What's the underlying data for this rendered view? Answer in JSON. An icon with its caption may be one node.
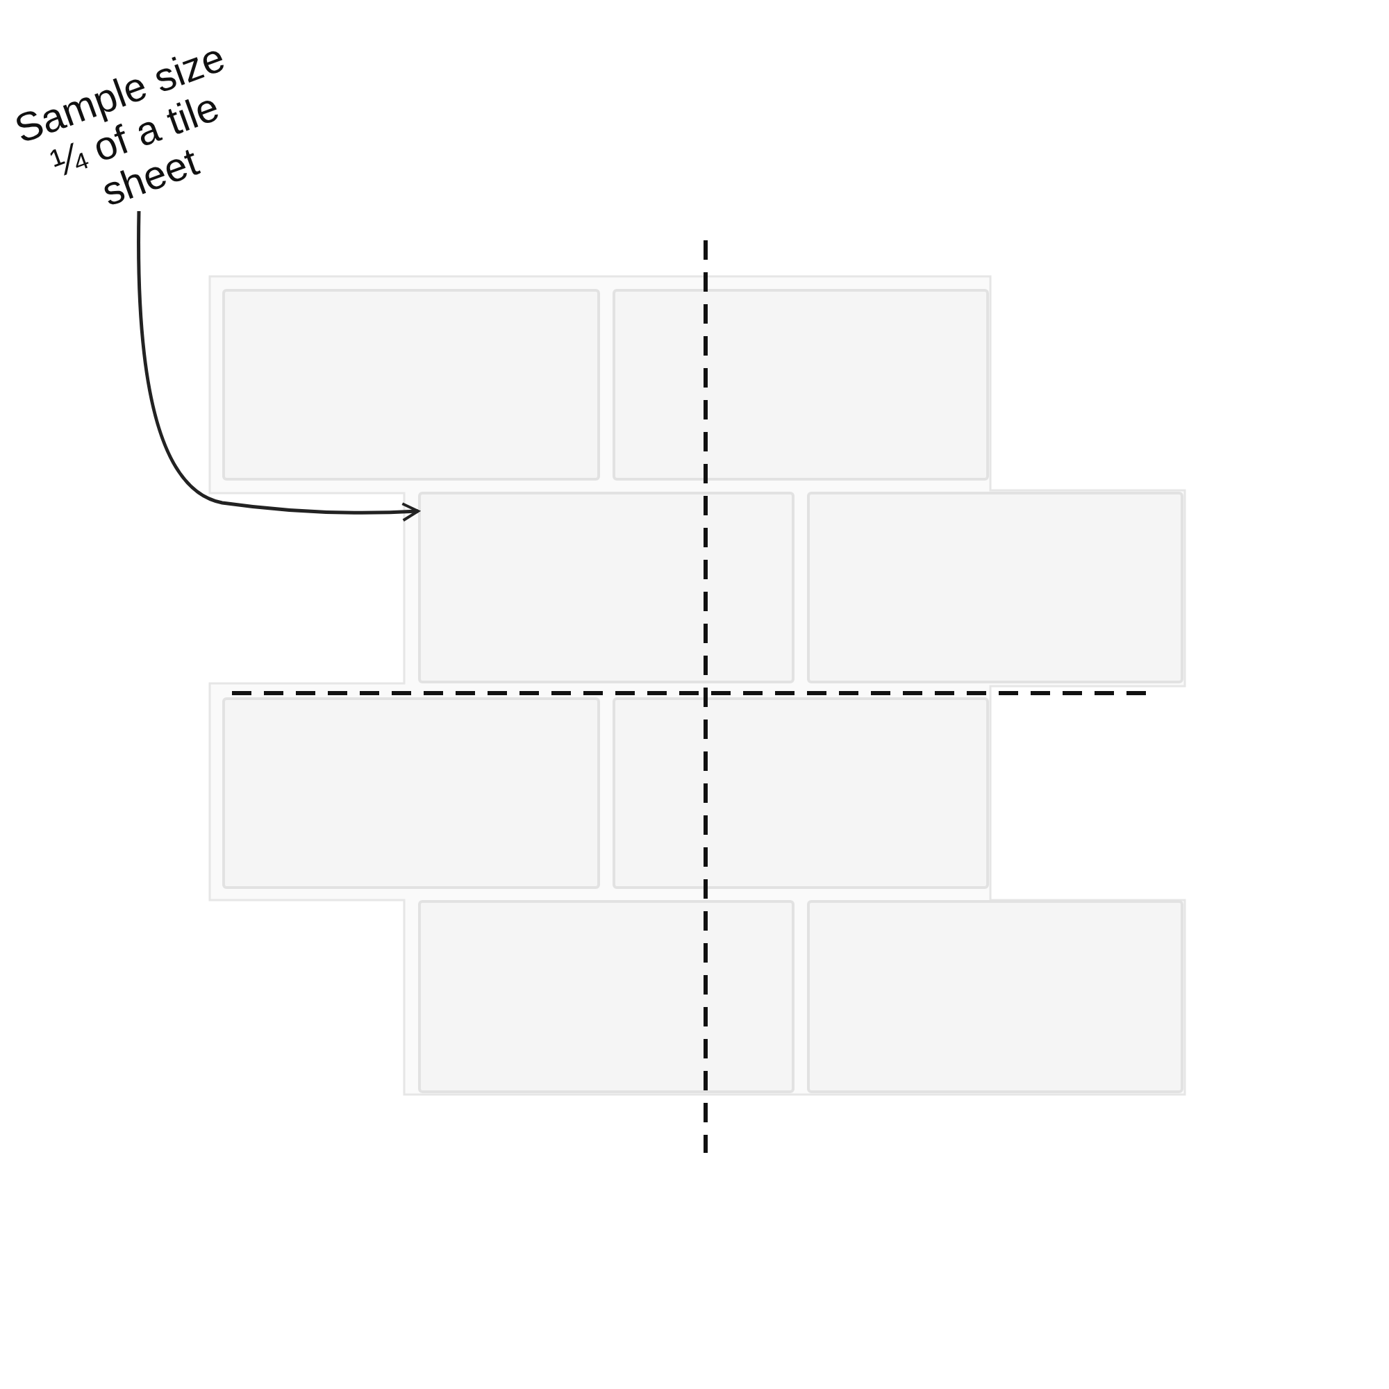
{
  "diagram": {
    "nodes": [
      {
        "text": [
          "Sample size ¼ of a tile sheet"
        ]
      },
      {
        "text": [],
        "shape": "box"
      },
      {
        "text": [],
        "shape": "box"
      },
      {
        "text": [],
        "shape": "box"
      },
      {
        "text": [],
        "shape": "box"
      },
      {
        "text": [],
        "shape": "box"
      },
      {
        "text": [],
        "shape": "box"
      },
      {
        "text": [],
        "shape": "box"
      },
      {
        "text": [],
        "shape": "box"
      }
    ],
    "edges": [
      {
        "from": 0,
        "to": 3,
        "arrow": "to"
      }
    ]
  }
}
